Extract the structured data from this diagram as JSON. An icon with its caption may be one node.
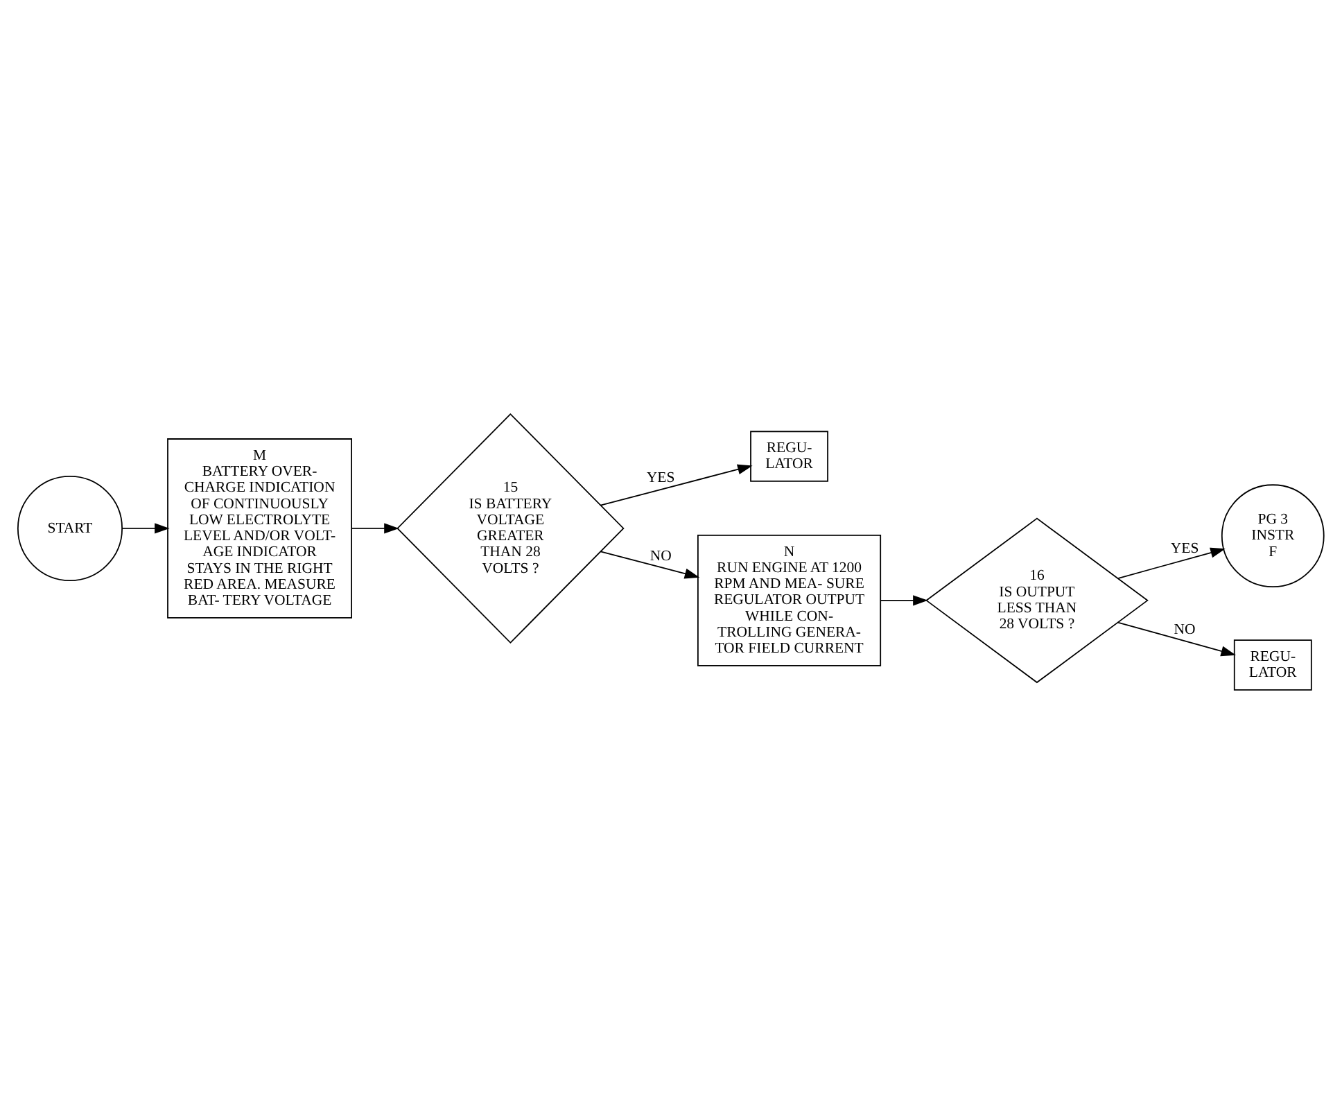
{
  "diagram": {
    "nodes": [
      {
        "text": [
          "START"
        ]
      },
      {
        "text": [
          "M",
          "BATTERY OVER- CHARGE INDICATION OF CONTINUOUSLY LOW ELECTROLYTE LEVEL AND/OR VOLT- AGE INDICATOR STAYS IN THE RIGHT RED AREA. MEASURE BAT- TERY VOLTAGE"
        ]
      },
      {
        "text": [
          "15",
          "IS BATTERY VOLTAGE GREATER THAN 28 VOLTS ?"
        ]
      },
      {
        "text": [
          "REGU- LATOR"
        ]
      },
      {
        "text": [
          "N",
          "RUN ENGINE AT 1200 RPM AND MEA- SURE REGULATOR OUTPUT WHILE CON- TROLLING GENERA- TOR FIELD CURRENT"
        ]
      },
      {
        "text": [
          "16",
          "IS OUTPUT LESS THAN 28 VOLTS ?"
        ]
      },
      {
        "text": [
          "PG 3 INSTR F"
        ]
      },
      {
        "text": [
          "REGU- LATOR"
        ]
      }
    ],
    "edges": [
      {
        "from": 0,
        "to": 1,
        "arrow": "to"
      },
      {
        "from": 1,
        "to": 2,
        "arrow": "to"
      },
      {
        "from": 2,
        "to": 3,
        "arrow": "to",
        "label": "YES"
      },
      {
        "from": 2,
        "to": 4,
        "arrow": "to",
        "label": "NO"
      },
      {
        "from": 4,
        "to": 5,
        "arrow": "to"
      },
      {
        "from": 5,
        "to": 6,
        "arrow": "to",
        "label": "YES"
      },
      {
        "from": 5,
        "to": 7,
        "arrow": "to",
        "label": "NO"
      }
    ]
  }
}
